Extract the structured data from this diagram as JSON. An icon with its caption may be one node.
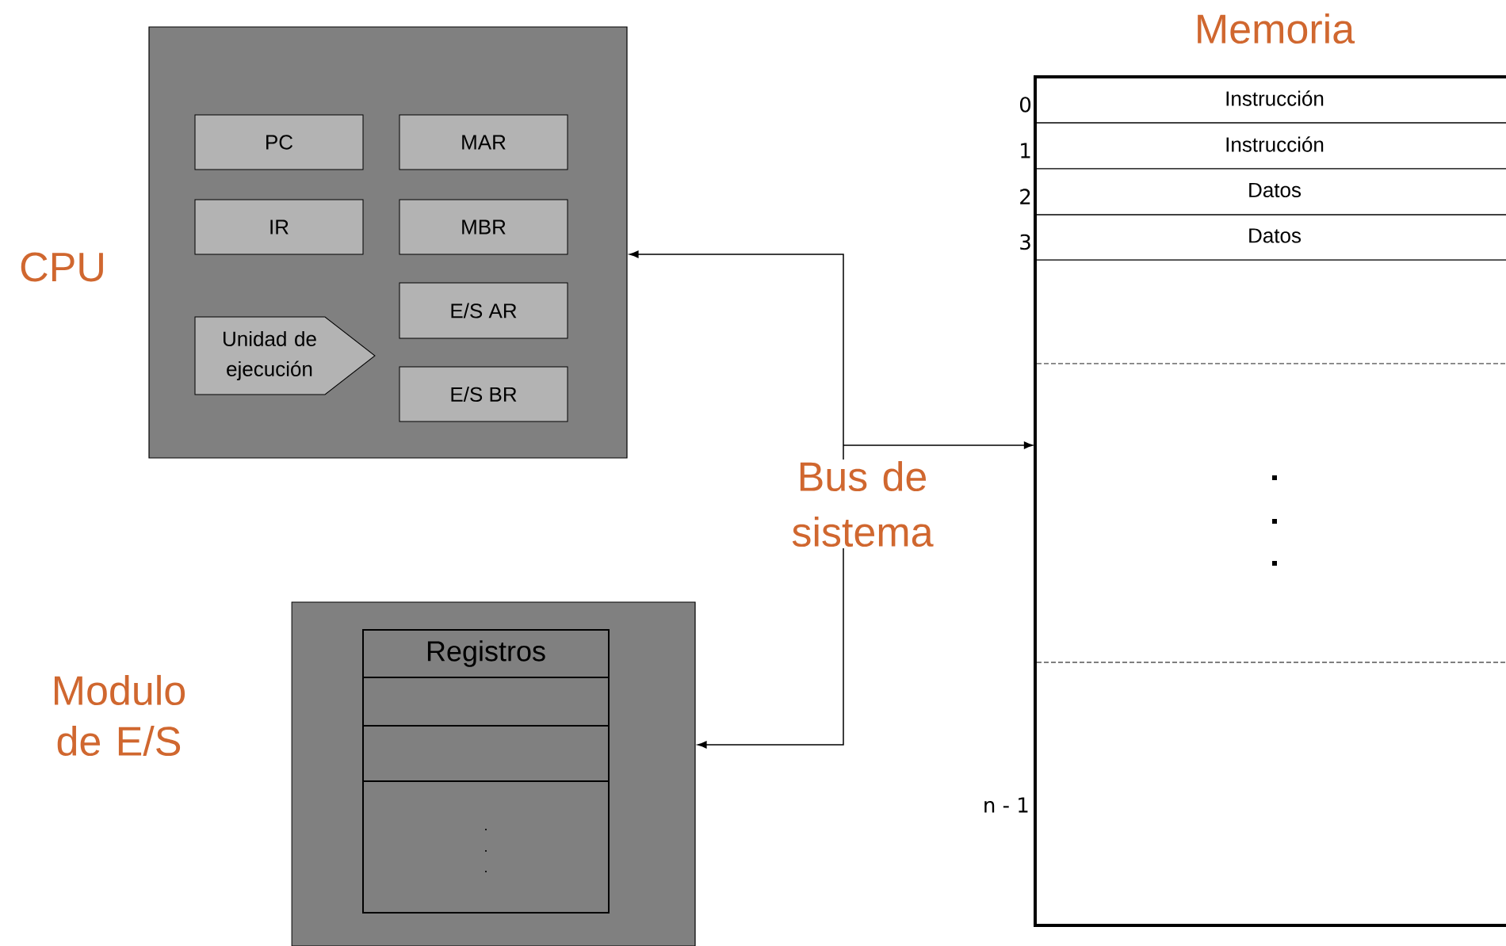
{
  "diagram": {
    "nodes": [
      {
        "text": [
          "CPU"
        ]
      },
      {
        "text": [
          "PC"
        ],
        "in": 0
      },
      {
        "text": [
          "MAR"
        ],
        "in": 0
      },
      {
        "text": [
          "IR"
        ],
        "in": 0
      },
      {
        "text": [
          "MBR"
        ],
        "in": 0
      },
      {
        "text": [
          "E/S AR"
        ],
        "in": 0
      },
      {
        "text": [
          "Unidad de ejecución"
        ],
        "in": 0
      },
      {
        "text": [
          "E/S BR"
        ],
        "in": 0
      },
      {
        "text": [
          "Modulo de E/S"
        ]
      },
      {
        "text": [
          "Registros"
        ],
        "in": 8
      },
      {
        "text": [
          "Memoria"
        ]
      },
      {
        "text": [
          "Instrucción"
        ],
        "in": 10,
        "beside": [
          "0"
        ]
      },
      {
        "text": [
          "Instrucción"
        ],
        "in": 10,
        "beside": [
          "1"
        ]
      },
      {
        "text": [
          "Datos"
        ],
        "in": 10,
        "beside": [
          "2"
        ]
      },
      {
        "text": [
          "Datos"
        ],
        "in": 10,
        "beside": [
          "3"
        ]
      }
    ],
    "edges": [
      {
        "from": null,
        "to": 0,
        "arrow": "to"
      },
      {
        "from": null,
        "to": 10,
        "arrow": "to"
      },
      {
        "from": null,
        "to": 8,
        "arrow": "to"
      }
    ],
    "labels": [
      "Bus de sistema",
      "n - 1"
    ]
  }
}
